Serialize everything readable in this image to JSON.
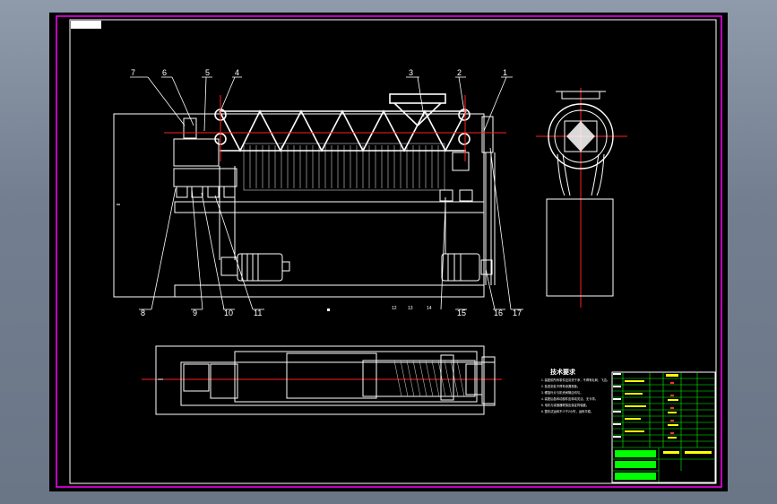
{
  "drawing": {
    "callouts": [
      "7",
      "6",
      "5",
      "4",
      "3",
      "2",
      "1",
      "8",
      "9",
      "10",
      "11",
      "12",
      "13",
      "14",
      "15",
      "16",
      "17"
    ],
    "notes_title": "技术要求",
    "notes_lines": [
      "1. 装配前所有零件应清洗干净，不得有毛刺、飞边。",
      "2. 各密封处不得有渗漏现象。",
      "3. 螺旋叶片与机壳间隙应均匀。",
      "4. 装配后各转动部件应转动灵活，无卡滞。",
      "5. 电机与减速器联接应保证同轴度。",
      "6. 整机试运转不少于2小时，运转平稳。"
    ],
    "colors": {
      "paper": "#000000",
      "frame": "#ff00ff",
      "outline": "#ffffff",
      "centerline": "#ff2020",
      "title_block": "#00ff00",
      "text_accent": "#ffff00"
    }
  }
}
